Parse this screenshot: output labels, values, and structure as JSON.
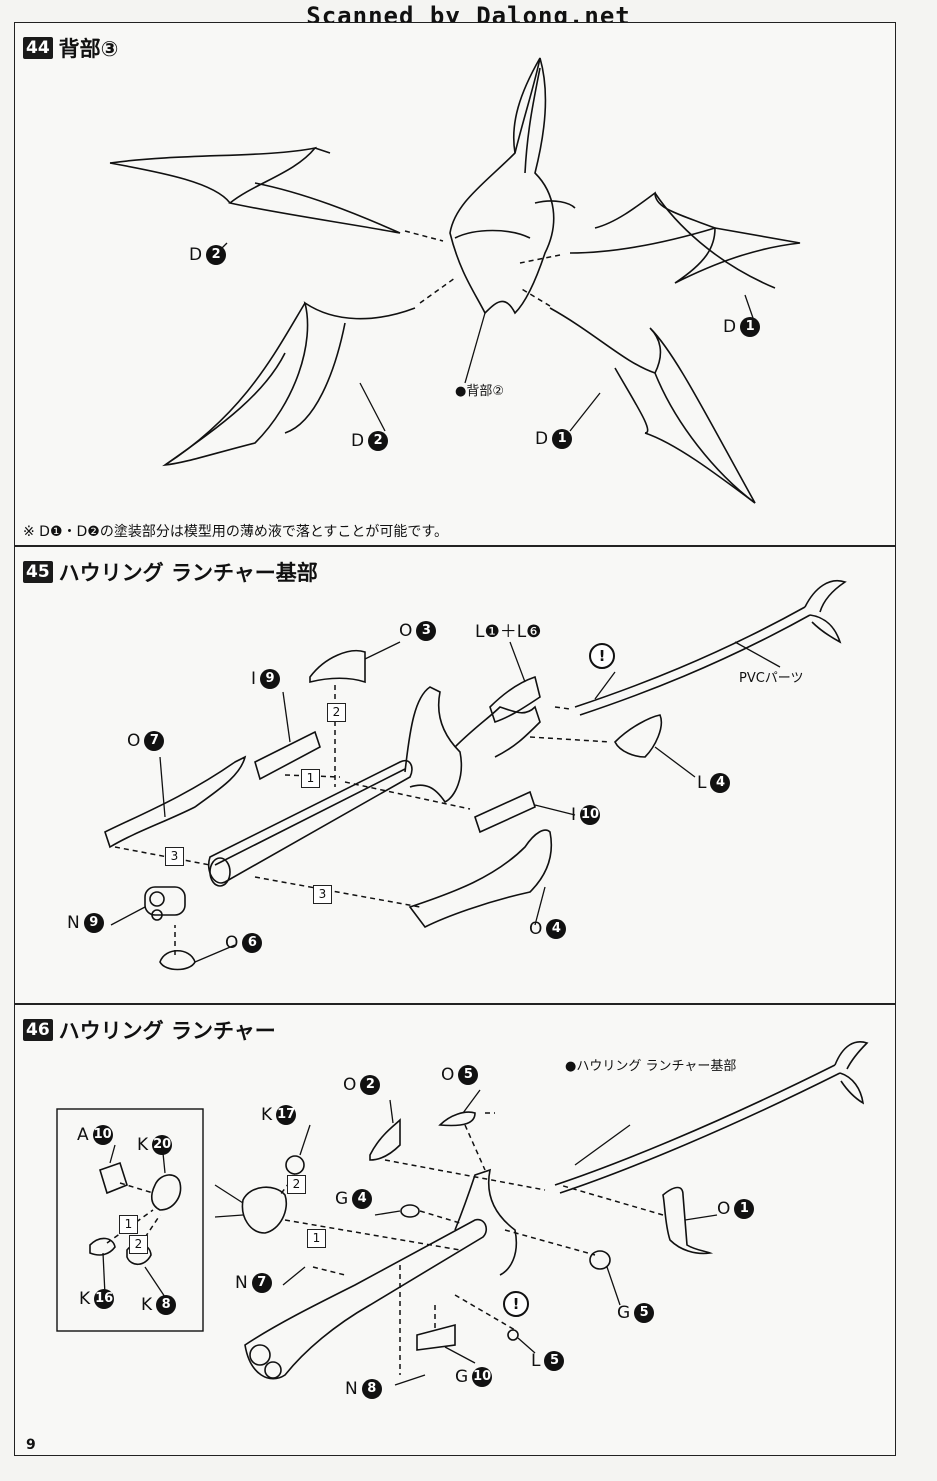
{
  "watermark": "Scanned by Dalong.net",
  "page_number": "9",
  "step44": {
    "number": "44",
    "title": "背部③",
    "labels": {
      "d2_top": {
        "letter": "D",
        "num": "2"
      },
      "d2_bottom": {
        "letter": "D",
        "num": "2"
      },
      "d1_right": {
        "letter": "D",
        "num": "1"
      },
      "d1_bottom": {
        "letter": "D",
        "num": "1"
      },
      "back2": "●背部②"
    },
    "note": "※ D❶・D❷の塗装部分は模型用の薄め液で落とすことが可能です。"
  },
  "step45": {
    "number": "45",
    "title": "ハウリング ランチャー基部",
    "labels": {
      "o3": {
        "letter": "O",
        "num": "3"
      },
      "l1l6": "L❶＋L❻",
      "pvc": "PVCパーツ",
      "i9": {
        "letter": "I",
        "num": "9"
      },
      "o7": {
        "letter": "O",
        "num": "7"
      },
      "l4": {
        "letter": "L",
        "num": "4"
      },
      "i10": {
        "letter": "I",
        "num": "10"
      },
      "n9": {
        "letter": "N",
        "num": "9"
      },
      "o6": {
        "letter": "O",
        "num": "6"
      },
      "o4": {
        "letter": "O",
        "num": "4"
      }
    },
    "steps": {
      "s1": "1",
      "s2": "2",
      "s3a": "3",
      "s3b": "3"
    },
    "warn": "!"
  },
  "step46": {
    "number": "46",
    "title": "ハウリング ランチャー",
    "labels": {
      "base": "●ハウリング ランチャー基部",
      "o2": {
        "letter": "O",
        "num": "2"
      },
      "o5": {
        "letter": "O",
        "num": "5"
      },
      "k17": {
        "letter": "K",
        "num": "17"
      },
      "a10": {
        "letter": "A",
        "num": "10"
      },
      "k20": {
        "letter": "K",
        "num": "20"
      },
      "g4": {
        "letter": "G",
        "num": "4"
      },
      "o1": {
        "letter": "O",
        "num": "1"
      },
      "n7": {
        "letter": "N",
        "num": "7"
      },
      "k16": {
        "letter": "K",
        "num": "16"
      },
      "k8": {
        "letter": "K",
        "num": "8"
      },
      "g5": {
        "letter": "G",
        "num": "5"
      },
      "l5": {
        "letter": "L",
        "num": "5"
      },
      "g10": {
        "letter": "G",
        "num": "10"
      },
      "n8": {
        "letter": "N",
        "num": "8"
      }
    },
    "steps": {
      "s1a": "1",
      "s2a": "2",
      "s1b": "1",
      "s2b": "2"
    },
    "warn": "!"
  }
}
